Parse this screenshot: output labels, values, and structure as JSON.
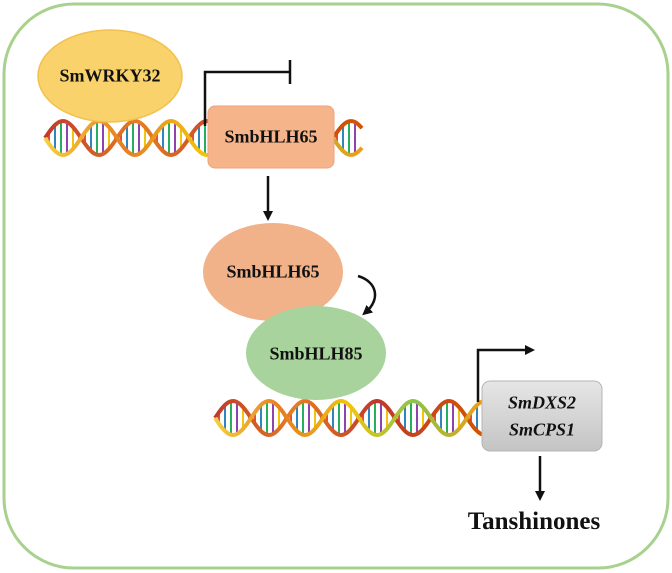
{
  "nodes": {
    "smwrky32": {
      "label": "SmWRKY32",
      "color": "#f9d26b"
    },
    "smbhlh65_box": {
      "label": "SmbHLH65",
      "color": "#f5b48a"
    },
    "smbhlh65_oval": {
      "label": "SmbHLH65",
      "color": "#f1b189"
    },
    "smbhlh85": {
      "label": "SmbHLH85",
      "color": "#a8d39c"
    },
    "target_genes": {
      "line1": "SmDXS2",
      "line2": "SmCPS1",
      "color": "#d4d4d4"
    },
    "product": {
      "label": "Tanshinones"
    }
  },
  "frame_color": "#a9d18e",
  "arrow_color": "#111111"
}
